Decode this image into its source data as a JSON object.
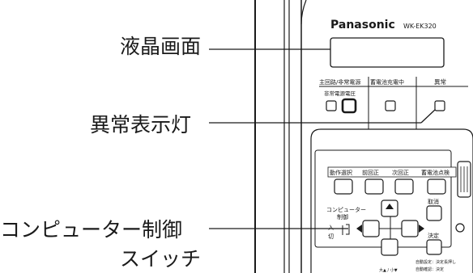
{
  "callouts": {
    "lcd_screen": "液晶画面",
    "abnormal_lamp": "異常表示灯",
    "computer_switch_line1": "コンピューター制御",
    "computer_switch_line2": "スイッチ"
  },
  "panel": {
    "brand": "Panasonic",
    "model": "WK-EK320",
    "indicators": {
      "header_1": "主回路/非常電源",
      "sublabel_1": "非常電源電圧",
      "header_2": "蓄電池充電中",
      "header_3": "異常"
    },
    "function_buttons": [
      "動作選択",
      "前回正",
      "次回正",
      "蓄電池点検"
    ],
    "cancel_label": "取消",
    "confirm_label": "決定",
    "switch_label_line1": "コンピューター",
    "switch_label_line2": "制御",
    "switch_on": "入",
    "switch_off": "切",
    "bottom_note_1": "自動設定：決定長押し",
    "bottom_note_2": "自動確認：決定",
    "bottom_note_3": "大▲ / 小▼"
  }
}
